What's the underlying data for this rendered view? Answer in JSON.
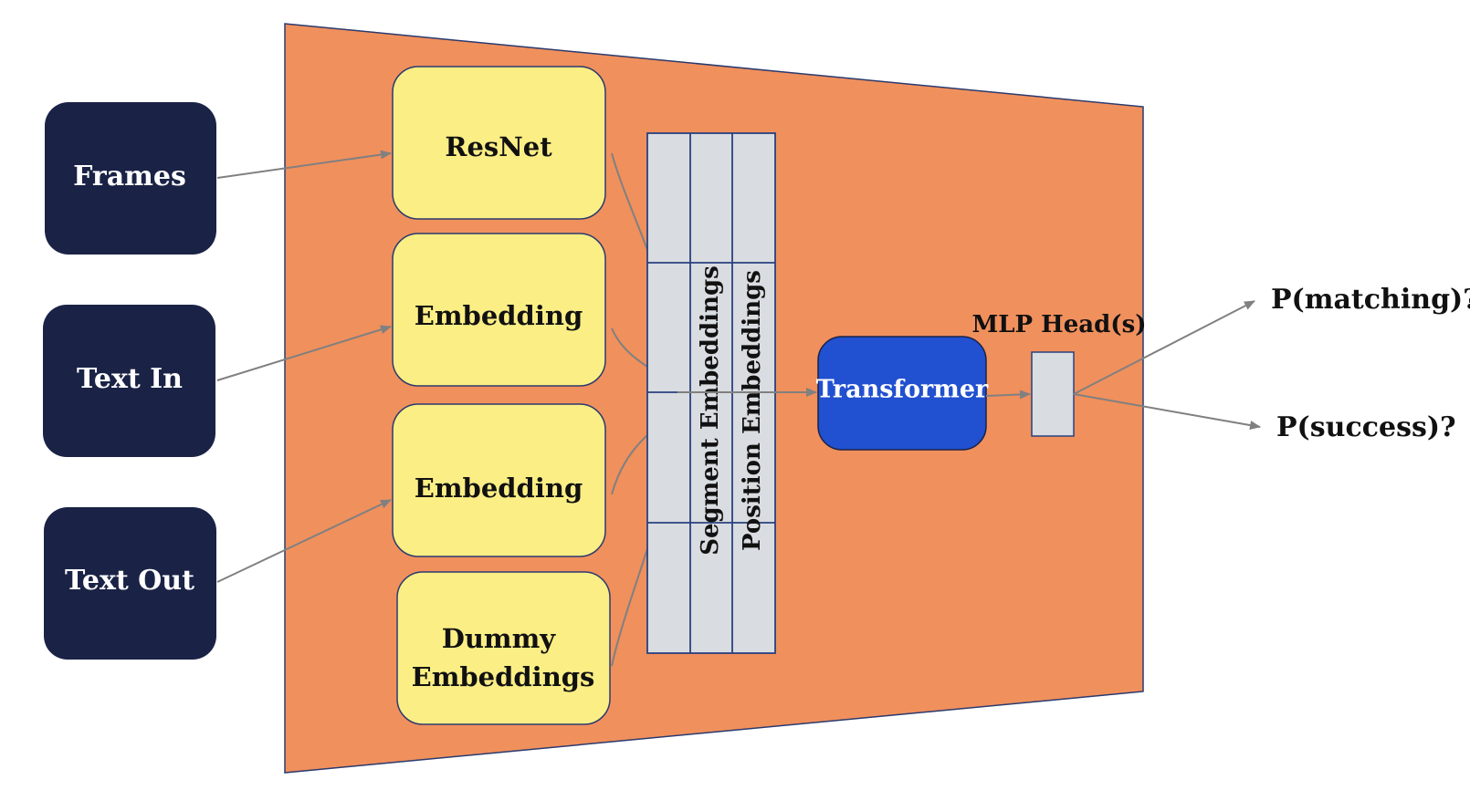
{
  "inputs": {
    "frames": "Frames",
    "text_in": "Text In",
    "text_out": "Text Out"
  },
  "encoders": {
    "resnet": "ResNet",
    "embedding_text_in": "Embedding",
    "embedding_text_out": "Embedding",
    "dummy_line1": "Dummy",
    "dummy_line2": "Embeddings"
  },
  "sequence": {
    "segment_label": "Segment Embeddings",
    "position_label": "Position Embeddings"
  },
  "model": {
    "transformer": "Transformer",
    "mlp_head": "MLP Head(s)"
  },
  "outputs": {
    "matching": "P(matching)?",
    "success": "P(success)?"
  },
  "colors": {
    "input_box": "#1a2346",
    "model_bg": "#f0905d",
    "encoder_box": "#fbee85",
    "grid_cell": "#d9dce0",
    "grid_line": "#29407f",
    "transformer_box": "#2150d0",
    "arrow": "#808080"
  }
}
